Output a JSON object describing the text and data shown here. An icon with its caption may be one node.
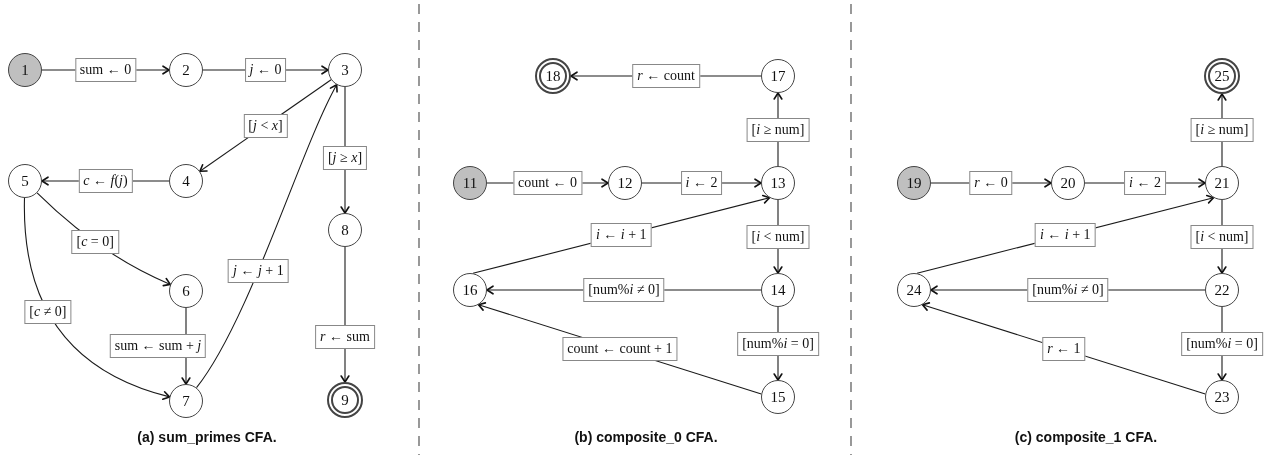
{
  "diagram": {
    "nodes": [
      {
        "text": [
          "1"
        ]
      },
      {
        "text": [
          "2"
        ]
      },
      {
        "text": [
          "3"
        ]
      },
      {
        "text": [
          "4"
        ]
      },
      {
        "text": [
          "5"
        ]
      },
      {
        "text": [
          "6"
        ]
      },
      {
        "text": [
          "7"
        ]
      },
      {
        "text": [
          "8"
        ]
      },
      {
        "text": [
          "9"
        ]
      },
      {
        "text": [
          "11"
        ]
      },
      {
        "text": [
          "12"
        ]
      },
      {
        "text": [
          "13"
        ]
      },
      {
        "text": [
          "14"
        ]
      },
      {
        "text": [
          "15"
        ]
      },
      {
        "text": [
          "16"
        ]
      },
      {
        "text": [
          "17"
        ]
      },
      {
        "text": [
          "18"
        ]
      },
      {
        "text": [
          "19"
        ]
      },
      {
        "text": [
          "20"
        ]
      },
      {
        "text": [
          "21"
        ]
      },
      {
        "text": [
          "22"
        ]
      },
      {
        "text": [
          "23"
        ]
      },
      {
        "text": [
          "24"
        ]
      },
      {
        "text": [
          "25"
        ]
      }
    ],
    "edges": [
      {
        "from": 0,
        "to": 1,
        "arrow": "to",
        "label": "sum ← 0"
      },
      {
        "from": 1,
        "to": 2,
        "arrow": "to",
        "label": "*j* ← 0"
      },
      {
        "from": 2,
        "to": 3,
        "arrow": "to",
        "label": "[*j* < *x*]"
      },
      {
        "from": 3,
        "to": 4,
        "arrow": "to",
        "label": "*c* ← *f*(*j*)"
      },
      {
        "from": 2,
        "to": 7,
        "arrow": "to",
        "label": "[*j* ≥ *x*]"
      },
      {
        "from": 4,
        "to": 5,
        "arrow": "to",
        "label": "[*c* = 0]"
      },
      {
        "from": 4,
        "to": 6,
        "arrow": "to",
        "label": "[*c* ≠ 0]"
      },
      {
        "from": 5,
        "to": 6,
        "arrow": "to",
        "label": "sum ← sum + *j*"
      },
      {
        "from": 6,
        "to": 2,
        "arrow": "to",
        "label": "*j* ← *j* + 1"
      },
      {
        "from": 7,
        "to": 8,
        "arrow": "to",
        "label": "*r* ← sum"
      },
      {
        "from": 9,
        "to": 10,
        "arrow": "to",
        "label": "count ← 0"
      },
      {
        "from": 10,
        "to": 11,
        "arrow": "to",
        "label": "*i* ← 2"
      },
      {
        "from": 11,
        "to": 15,
        "arrow": "to",
        "label": "[*i* ≥ num]"
      },
      {
        "from": 15,
        "to": 16,
        "arrow": "to",
        "label": "*r* ← count"
      },
      {
        "from": 11,
        "to": 12,
        "arrow": "to",
        "label": "[*i* < num]"
      },
      {
        "from": 12,
        "to": 14,
        "arrow": "to",
        "label": "[num%*i* ≠ 0]"
      },
      {
        "from": 12,
        "to": 13,
        "arrow": "to",
        "label": "[num%*i* = 0]"
      },
      {
        "from": 13,
        "to": 14,
        "arrow": "to",
        "label": "count ← count + 1"
      },
      {
        "from": 14,
        "to": 11,
        "arrow": "to",
        "label": "*i* ← *i* + 1"
      },
      {
        "from": 17,
        "to": 18,
        "arrow": "to",
        "label": "*r* ← 0"
      },
      {
        "from": 18,
        "to": 19,
        "arrow": "to",
        "label": "*i* ← 2"
      },
      {
        "from": 19,
        "to": 23,
        "arrow": "to",
        "label": "[*i* ≥ num]"
      },
      {
        "from": 19,
        "to": 20,
        "arrow": "to",
        "label": "[*i* < num]"
      },
      {
        "from": 20,
        "to": 22,
        "arrow": "to",
        "label": "[num%*i* ≠ 0]"
      },
      {
        "from": 20,
        "to": 21,
        "arrow": "to",
        "label": "[num%*i* = 0]"
      },
      {
        "from": 21,
        "to": 22,
        "arrow": "to",
        "label": "*r* ← 1"
      },
      {
        "from": 22,
        "to": 19,
        "arrow": "to",
        "label": "*i* ← *i* + 1"
      }
    ],
    "labels": [
      "(a) sum_primes CFA.",
      "(b) composite_0 CFA.",
      "(c) composite_1 CFA."
    ]
  }
}
